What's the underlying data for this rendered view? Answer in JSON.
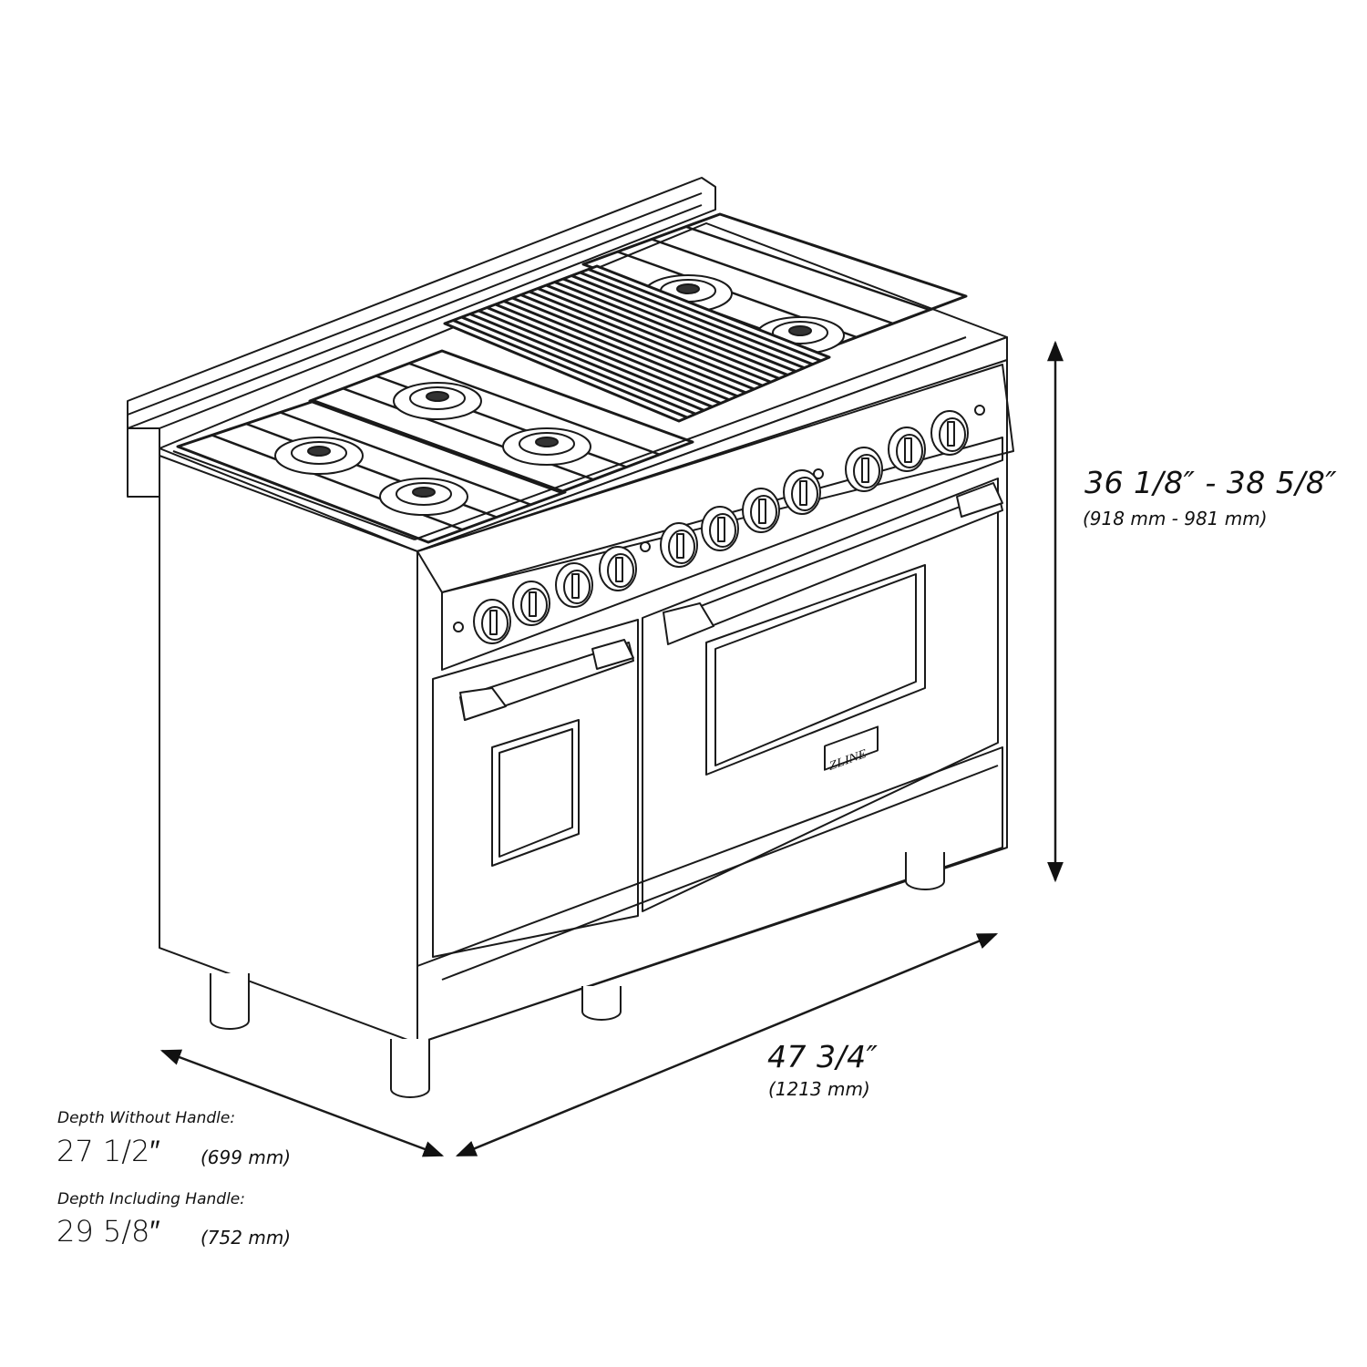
{
  "brand_badge": "ZLINE",
  "dimensions": {
    "height": {
      "imperial": "36 1/8″ - 38 5/8″",
      "metric": "(918 mm - 981 mm)"
    },
    "width": {
      "imperial": "47 3/4″",
      "metric": "(1213 mm)"
    },
    "depth_without_handle": {
      "label": "Depth Without Handle:",
      "imperial": "27 1/2″",
      "metric": "(699 mm)"
    },
    "depth_including_handle": {
      "label": "Depth Including Handle:",
      "imperial": "29 5/8″",
      "metric": "(752 mm)"
    }
  },
  "colors": {
    "line": "#1a1a1a",
    "background": "#ffffff"
  }
}
